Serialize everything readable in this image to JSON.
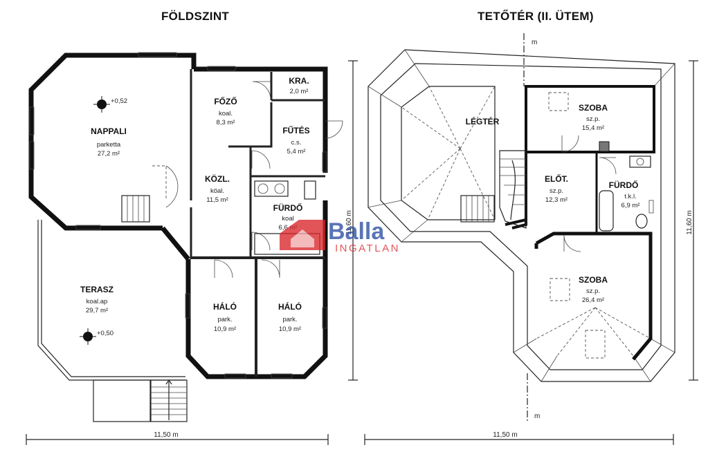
{
  "ground_floor": {
    "title": "FÖLDSZINT",
    "rooms": [
      {
        "name": "NAPPALI",
        "material": "parketta",
        "area": "27,2 m²"
      },
      {
        "name": "FŐZŐ",
        "material": "koal.",
        "area": "8,3 m²"
      },
      {
        "name": "KRA.",
        "area": "2,0 m²"
      },
      {
        "name": "FŰTÉS",
        "material": "c.s.",
        "area": "5,4 m²"
      },
      {
        "name": "KÖZL.",
        "material": "köal.",
        "area": "11,5 m²"
      },
      {
        "name": "FÜRDŐ",
        "material": "koal",
        "area": "6,6 m²"
      },
      {
        "name": "TERASZ",
        "material": "koal.ap",
        "area": "29,7 m²"
      },
      {
        "name": "HÁLÓ",
        "material": "park.",
        "area": "10,9 m²"
      },
      {
        "name": "HÁLÓ",
        "material": "park.",
        "area": "10,9 m²"
      }
    ],
    "levels": [
      "+0,52",
      "+0,50"
    ],
    "width_dim": "11,50 m",
    "height_dim": "11,60 m"
  },
  "attic": {
    "title": "TETŐTÉR (II. ÜTEM)",
    "rooms": [
      {
        "name": "LÉGTÉR"
      },
      {
        "name": "SZOBA",
        "material": "sz.p.",
        "area": "15,4 m²"
      },
      {
        "name": "ELŐT.",
        "material": "sz.p.",
        "area": "12,3 m²"
      },
      {
        "name": "FÜRDŐ",
        "material": "t.k.l.",
        "area": "6,9 m²"
      },
      {
        "name": "SZOBA",
        "material": "sz.p.",
        "area": "26,4 m²"
      }
    ],
    "section_marks": [
      "m",
      "m"
    ],
    "width_dim": "11,50 m",
    "height_dim": "11,60 m"
  },
  "watermark": {
    "line1": "Balla",
    "line2": "INGATLAN"
  },
  "colors": {
    "walls": "#111111",
    "logo_red": "#d9262b",
    "logo_blue": "#2b4fa2"
  }
}
